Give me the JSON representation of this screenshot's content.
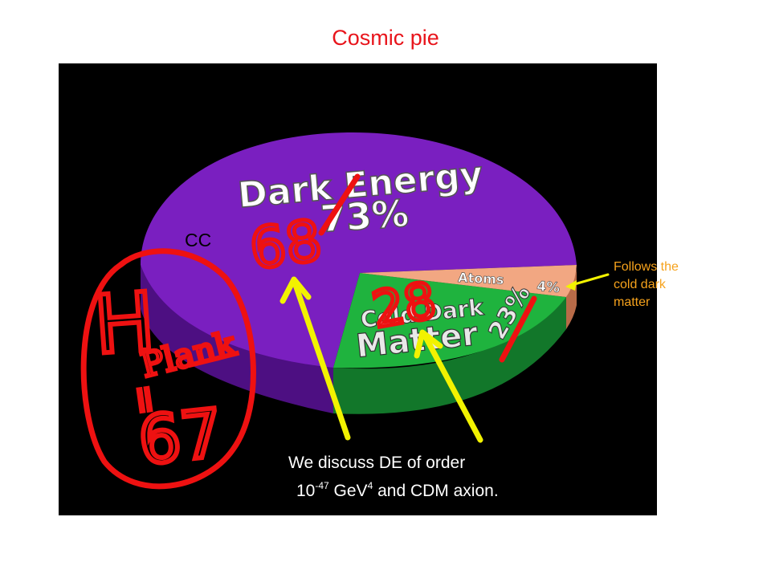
{
  "title": "Cosmic pie",
  "chart_data": {
    "type": "pie",
    "slices": [
      {
        "label": "Dark Energy",
        "value": 73,
        "value_text": "73%",
        "color": "#7a1fc0",
        "side": "#4d0f82"
      },
      {
        "label": "Cold Dark Matter",
        "value": 23,
        "value_text": "23%",
        "color": "#1fb33e",
        "side": "#12772a"
      },
      {
        "label": "Atoms",
        "value": 4,
        "value_text": "4%",
        "color": "#f2a782",
        "side": "#b86b48"
      }
    ]
  },
  "annotations": {
    "cc": "CC",
    "side_note": [
      "Follows the",
      "cold dark",
      "matter"
    ],
    "caption_line1": "We discuss DE of order",
    "caption_base": "10",
    "caption_exp1": "-47",
    "caption_gev": " GeV",
    "caption_exp2": "4",
    "caption_tail": " and CDM axion.",
    "handwritten": {
      "de_new": "68",
      "dm_new": "28",
      "h_letter": "H",
      "planck": "Plank",
      "equals": "=",
      "h_value": "67"
    }
  },
  "colors": {
    "title": "#e8141b",
    "handwriting": "#ee1111",
    "arrow": "#f2f200",
    "side_note": "#f6a21c",
    "panel": "#000000"
  },
  "icons": [
    "yellow-arrow-icon"
  ]
}
